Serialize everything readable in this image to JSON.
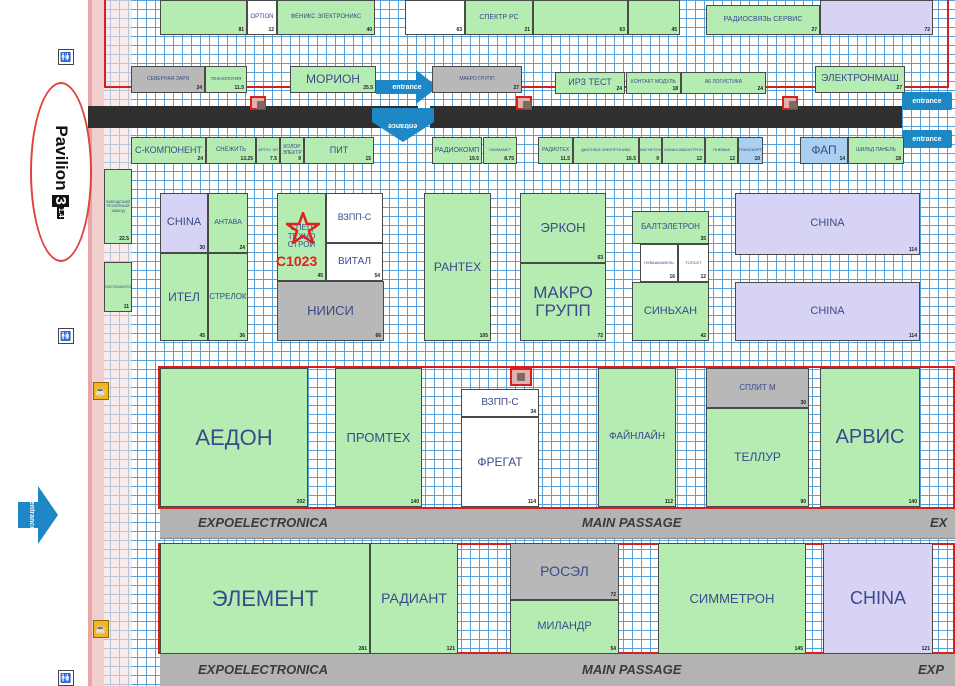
{
  "pavilion": {
    "label": "Pavilion",
    "number": "3",
    "subnumber": "1.4"
  },
  "entrance_label": "entrance",
  "highlight": {
    "code": "C1023"
  },
  "passages": [
    {
      "left": "EXPOELECTRONICA",
      "center": "MAIN PASSAGE",
      "right": "EX"
    },
    {
      "left": "EXPOELECTRONICA",
      "center": "MAIN PASSAGE",
      "right": "EXP"
    }
  ],
  "booths": [
    {
      "name": "OPTION",
      "area": "12"
    },
    {
      "name": "",
      "area": "81"
    },
    {
      "name": "ФЕНИКС ЭЛЕКТРОНИКС",
      "area": "40"
    },
    {
      "name": "",
      "area": "63"
    },
    {
      "name": "СПЕКТР РС",
      "area": "21"
    },
    {
      "name": "",
      "area": "63"
    },
    {
      "name": "",
      "area": "45"
    },
    {
      "name": "РАДИОСВЯЗЬ СЕРВИС",
      "area": "27"
    },
    {
      "name": "",
      "area": "72"
    },
    {
      "name": "СЕВЕРНАЯ ЗАРЯ",
      "area": "24"
    },
    {
      "name": "ТЕХНОЛОГИЯ",
      "area": "11.5"
    },
    {
      "name": "МОРИОН",
      "area": "25.5"
    },
    {
      "name": "МАКРО ГРУПП",
      "area": "27"
    },
    {
      "name": "ИРЗ ТЕСТ",
      "area": "24"
    },
    {
      "name": "КОНТАКТ МОДУЛЬ",
      "area": "18"
    },
    {
      "name": "A6 ЛОГИСТИКА",
      "area": "24"
    },
    {
      "name": "ЭЛЕКТРОНМАШ",
      "area": "27"
    },
    {
      "name": "С-КОМПОНЕНТ",
      "area": "24"
    },
    {
      "name": "СНЕЖИТЬ",
      "area": "13.25"
    },
    {
      "name": "АРГУС ЭЛ",
      "area": "7.5"
    },
    {
      "name": "КОЛОР ЭЛЕКТР",
      "area": "9"
    },
    {
      "name": "ПИТ",
      "area": "15"
    },
    {
      "name": "РАДИОКОМП",
      "area": "19.5"
    },
    {
      "name": "ГАММАМЕТ",
      "area": "8.75"
    },
    {
      "name": "РАДИОТЕХ",
      "area": "11.5"
    },
    {
      "name": "ДИСПЛЕИ ЭЛЕКТРОНИКС",
      "area": "16.5"
    },
    {
      "name": "МАГНЕТОН",
      "area": "9"
    },
    {
      "name": "АЛМАЗ-КВАЗОТРОН",
      "area": "12"
    },
    {
      "name": "ПНЕВМА",
      "area": "12"
    },
    {
      "name": "ТРАНСКОРП",
      "area": "10"
    },
    {
      "name": "ФАП",
      "area": "14"
    },
    {
      "name": "ШИЛЬД ПАНЕЛЬ",
      "area": "18"
    },
    {
      "name": "ЗАВОДСКИЙ РЕЛЕЙНЫЙ ЗАВОД",
      "area": "22.5"
    },
    {
      "name": "СИСТЕМАТЕХ",
      "area": "11"
    },
    {
      "name": "CHINA",
      "area": "30"
    },
    {
      "name": "АНТАВА",
      "area": "24"
    },
    {
      "name": "ИТЕЛ",
      "area": "45"
    },
    {
      "name": "СТРЕЛОК",
      "area": "36"
    },
    {
      "name": "СПЕЦ ТЕХНО СТРОЙ",
      "area": "45"
    },
    {
      "name": "ВЗПП-С",
      "area": ""
    },
    {
      "name": "ВИТАЛ",
      "area": "54"
    },
    {
      "name": "НИИСИ",
      "area": "66"
    },
    {
      "name": "РАНТЕХ",
      "area": "105"
    },
    {
      "name": "ЭРКОН",
      "area": "63"
    },
    {
      "name": "МАКРО ГРУПП",
      "area": "72"
    },
    {
      "name": "БАЛТЭЛЕТРОН",
      "area": "35"
    },
    {
      "name": "НУВАШКАБЕЛЬ",
      "area": "16"
    },
    {
      "name": "ТОПСЕТ",
      "area": "12"
    },
    {
      "name": "СИНЬХАН",
      "area": "42"
    },
    {
      "name": "CHINA",
      "area": "114"
    },
    {
      "name": "CHINA",
      "area": "114"
    },
    {
      "name": "АЕДОН",
      "area": "202"
    },
    {
      "name": "ПРОМТЕХ",
      "area": "140"
    },
    {
      "name": "ВЗПП-С",
      "area": "34"
    },
    {
      "name": "ФРЕГАТ",
      "area": "114"
    },
    {
      "name": "ФАЙНЛАЙН",
      "area": "112"
    },
    {
      "name": "СПЛИТ М",
      "area": "30"
    },
    {
      "name": "ТЕЛЛУР",
      "area": "90"
    },
    {
      "name": "АРВИС",
      "area": "140"
    },
    {
      "name": "ЭЛЕМЕНТ",
      "area": "281"
    },
    {
      "name": "РАДИАНТ",
      "area": "121"
    },
    {
      "name": "РОСЭЛ",
      "area": "72"
    },
    {
      "name": "МИЛАНДР",
      "area": "54"
    },
    {
      "name": "СИММЕТРОН",
      "area": "145"
    },
    {
      "name": "CHINA",
      "area": "121"
    }
  ]
}
